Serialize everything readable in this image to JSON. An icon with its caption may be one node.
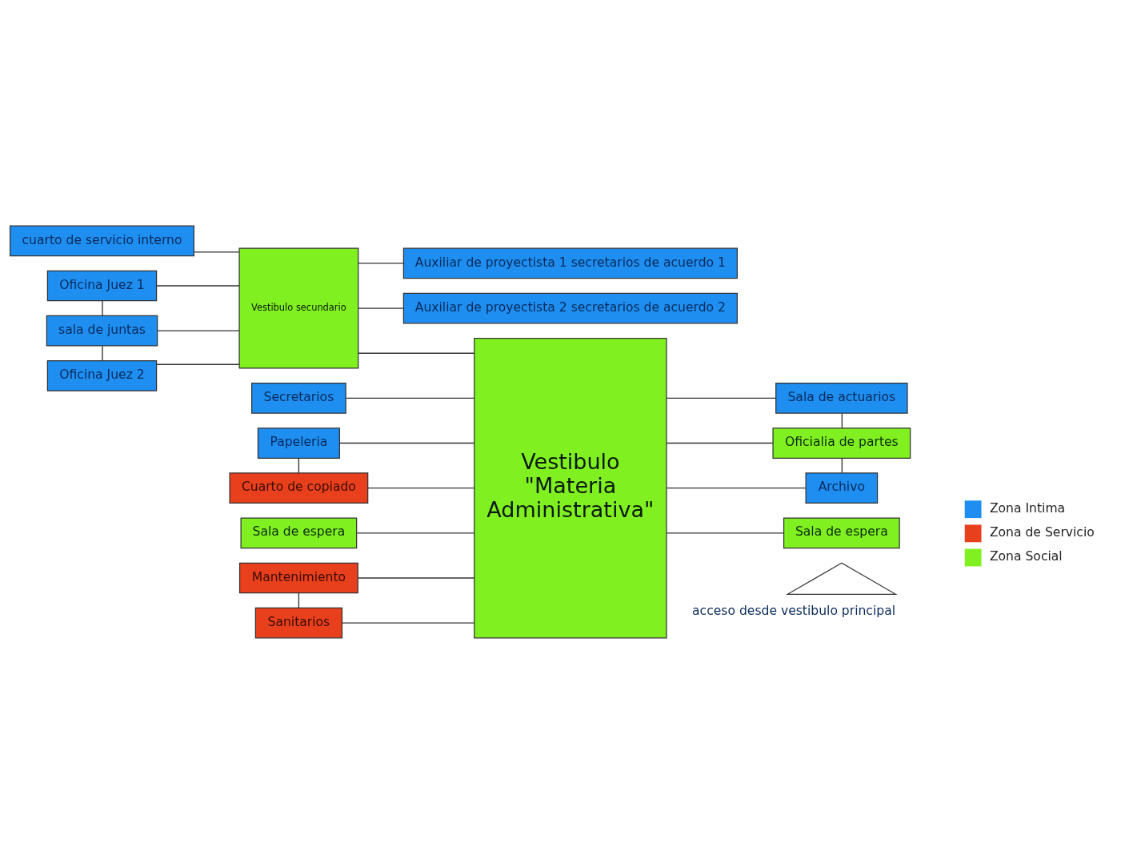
{
  "diagram": {
    "nodes": [
      {
        "text": [
          "cuarto de servicio interno"
        ]
      },
      {
        "text": [
          "Oficina Juez 1"
        ]
      },
      {
        "text": [
          "Vestibulo secundario"
        ]
      },
      {
        "text": [
          "Auxiliar de proyectista 1 secretarios de acuerdo 1"
        ]
      },
      {
        "text": [
          "sala de juntas"
        ]
      },
      {
        "text": [
          "Auxiliar de proyectista 2 secretarios de acuerdo 2"
        ]
      },
      {
        "text": [
          "Oficina Juez 2"
        ]
      },
      {
        "text": [
          "Vestibulo \"Materia Administrativa\""
        ]
      },
      {
        "text": [
          "Secretarios"
        ]
      },
      {
        "text": [
          "Papeleria"
        ]
      },
      {
        "text": [
          "Cuarto de copiado"
        ]
      },
      {
        "text": [
          "Sala de actuarios"
        ]
      },
      {
        "text": [
          "Oficialia de partes"
        ]
      },
      {
        "text": [
          "Sala de espera"
        ]
      },
      {
        "text": [
          "Archivo"
        ]
      },
      {
        "text": [
          "Mantenimiento"
        ]
      },
      {
        "text": [
          "Sanitarios"
        ]
      },
      {
        "text": [
          "Sala de espera"
        ]
      },
      {
        "text": [],
        "shape": "triangle",
        "beside": [
          "acceso desde vestibulo principal"
        ]
      }
    ],
    "edges": [
      {
        "from": 0,
        "to": 2,
        "arrow": "none"
      },
      {
        "from": 1,
        "to": 2,
        "arrow": "none"
      },
      {
        "from": 2,
        "to": 3,
        "arrow": "none"
      },
      {
        "from": 4,
        "to": 2,
        "arrow": "none"
      },
      {
        "from": 2,
        "to": 5,
        "arrow": "none"
      },
      {
        "from": 6,
        "to": 2,
        "arrow": "none"
      },
      {
        "from": 1,
        "to": 4,
        "arrow": "none"
      },
      {
        "from": 4,
        "to": 6,
        "arrow": "none"
      },
      {
        "from": 2,
        "to": 7,
        "arrow": "none"
      },
      {
        "from": 8,
        "to": 7,
        "arrow": "none"
      },
      {
        "from": 9,
        "to": 7,
        "arrow": "none"
      },
      {
        "from": 9,
        "to": 10,
        "arrow": "none"
      },
      {
        "from": 10,
        "to": 7,
        "arrow": "none"
      },
      {
        "from": 7,
        "to": 11,
        "arrow": "none"
      },
      {
        "from": 11,
        "to": 12,
        "arrow": "none"
      },
      {
        "from": 7,
        "to": 12,
        "arrow": "none"
      },
      {
        "from": 13,
        "to": 7,
        "arrow": "none"
      },
      {
        "from": 12,
        "to": 14,
        "arrow": "none"
      },
      {
        "from": 7,
        "to": 14,
        "arrow": "none"
      },
      {
        "from": 15,
        "to": 7,
        "arrow": "none"
      },
      {
        "from": 15,
        "to": 16,
        "arrow": "none"
      },
      {
        "from": 16,
        "to": 7,
        "arrow": "none"
      },
      {
        "from": 7,
        "to": 17,
        "arrow": "none"
      }
    ],
    "legend": [
      {
        "text": "Zona Intima",
        "color": "#1e8ef0"
      },
      {
        "text": "Zona de Servicio",
        "color": "#e8401c"
      },
      {
        "text": "Zona Social",
        "color": "#80f020"
      }
    ]
  }
}
